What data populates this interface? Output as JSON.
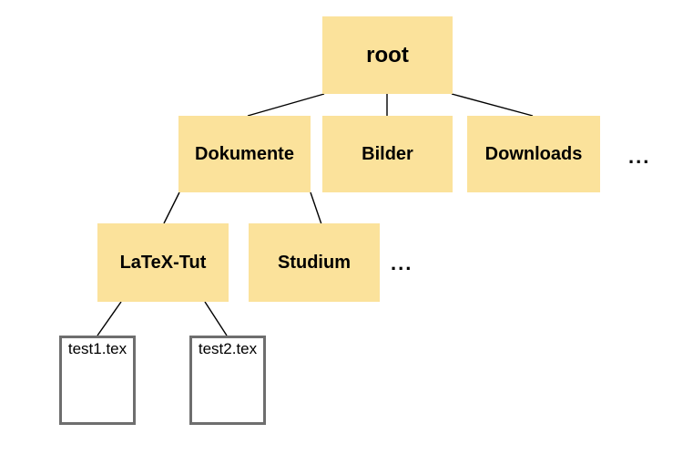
{
  "diagram": {
    "title": "directory-tree",
    "root": {
      "label": "root"
    },
    "level1": [
      {
        "id": "dokumente",
        "label": "Dokumente"
      },
      {
        "id": "bilder",
        "label": "Bilder"
      },
      {
        "id": "downloads",
        "label": "Downloads"
      }
    ],
    "level1_ellipsis": "...",
    "level2": [
      {
        "id": "latex-tut",
        "label": "LaTeX-Tut"
      },
      {
        "id": "studium",
        "label": "Studium"
      }
    ],
    "level2_ellipsis": "...",
    "files": [
      {
        "id": "test1",
        "label": "test1.tex"
      },
      {
        "id": "test2",
        "label": "test2.tex"
      }
    ],
    "colors": {
      "folder_fill": "#FBE29B",
      "file_fill": "#FFFFFF",
      "file_border": "#6E6E6E",
      "edge": "#000000",
      "text": "#000000",
      "background": "#FFFFFF"
    }
  }
}
